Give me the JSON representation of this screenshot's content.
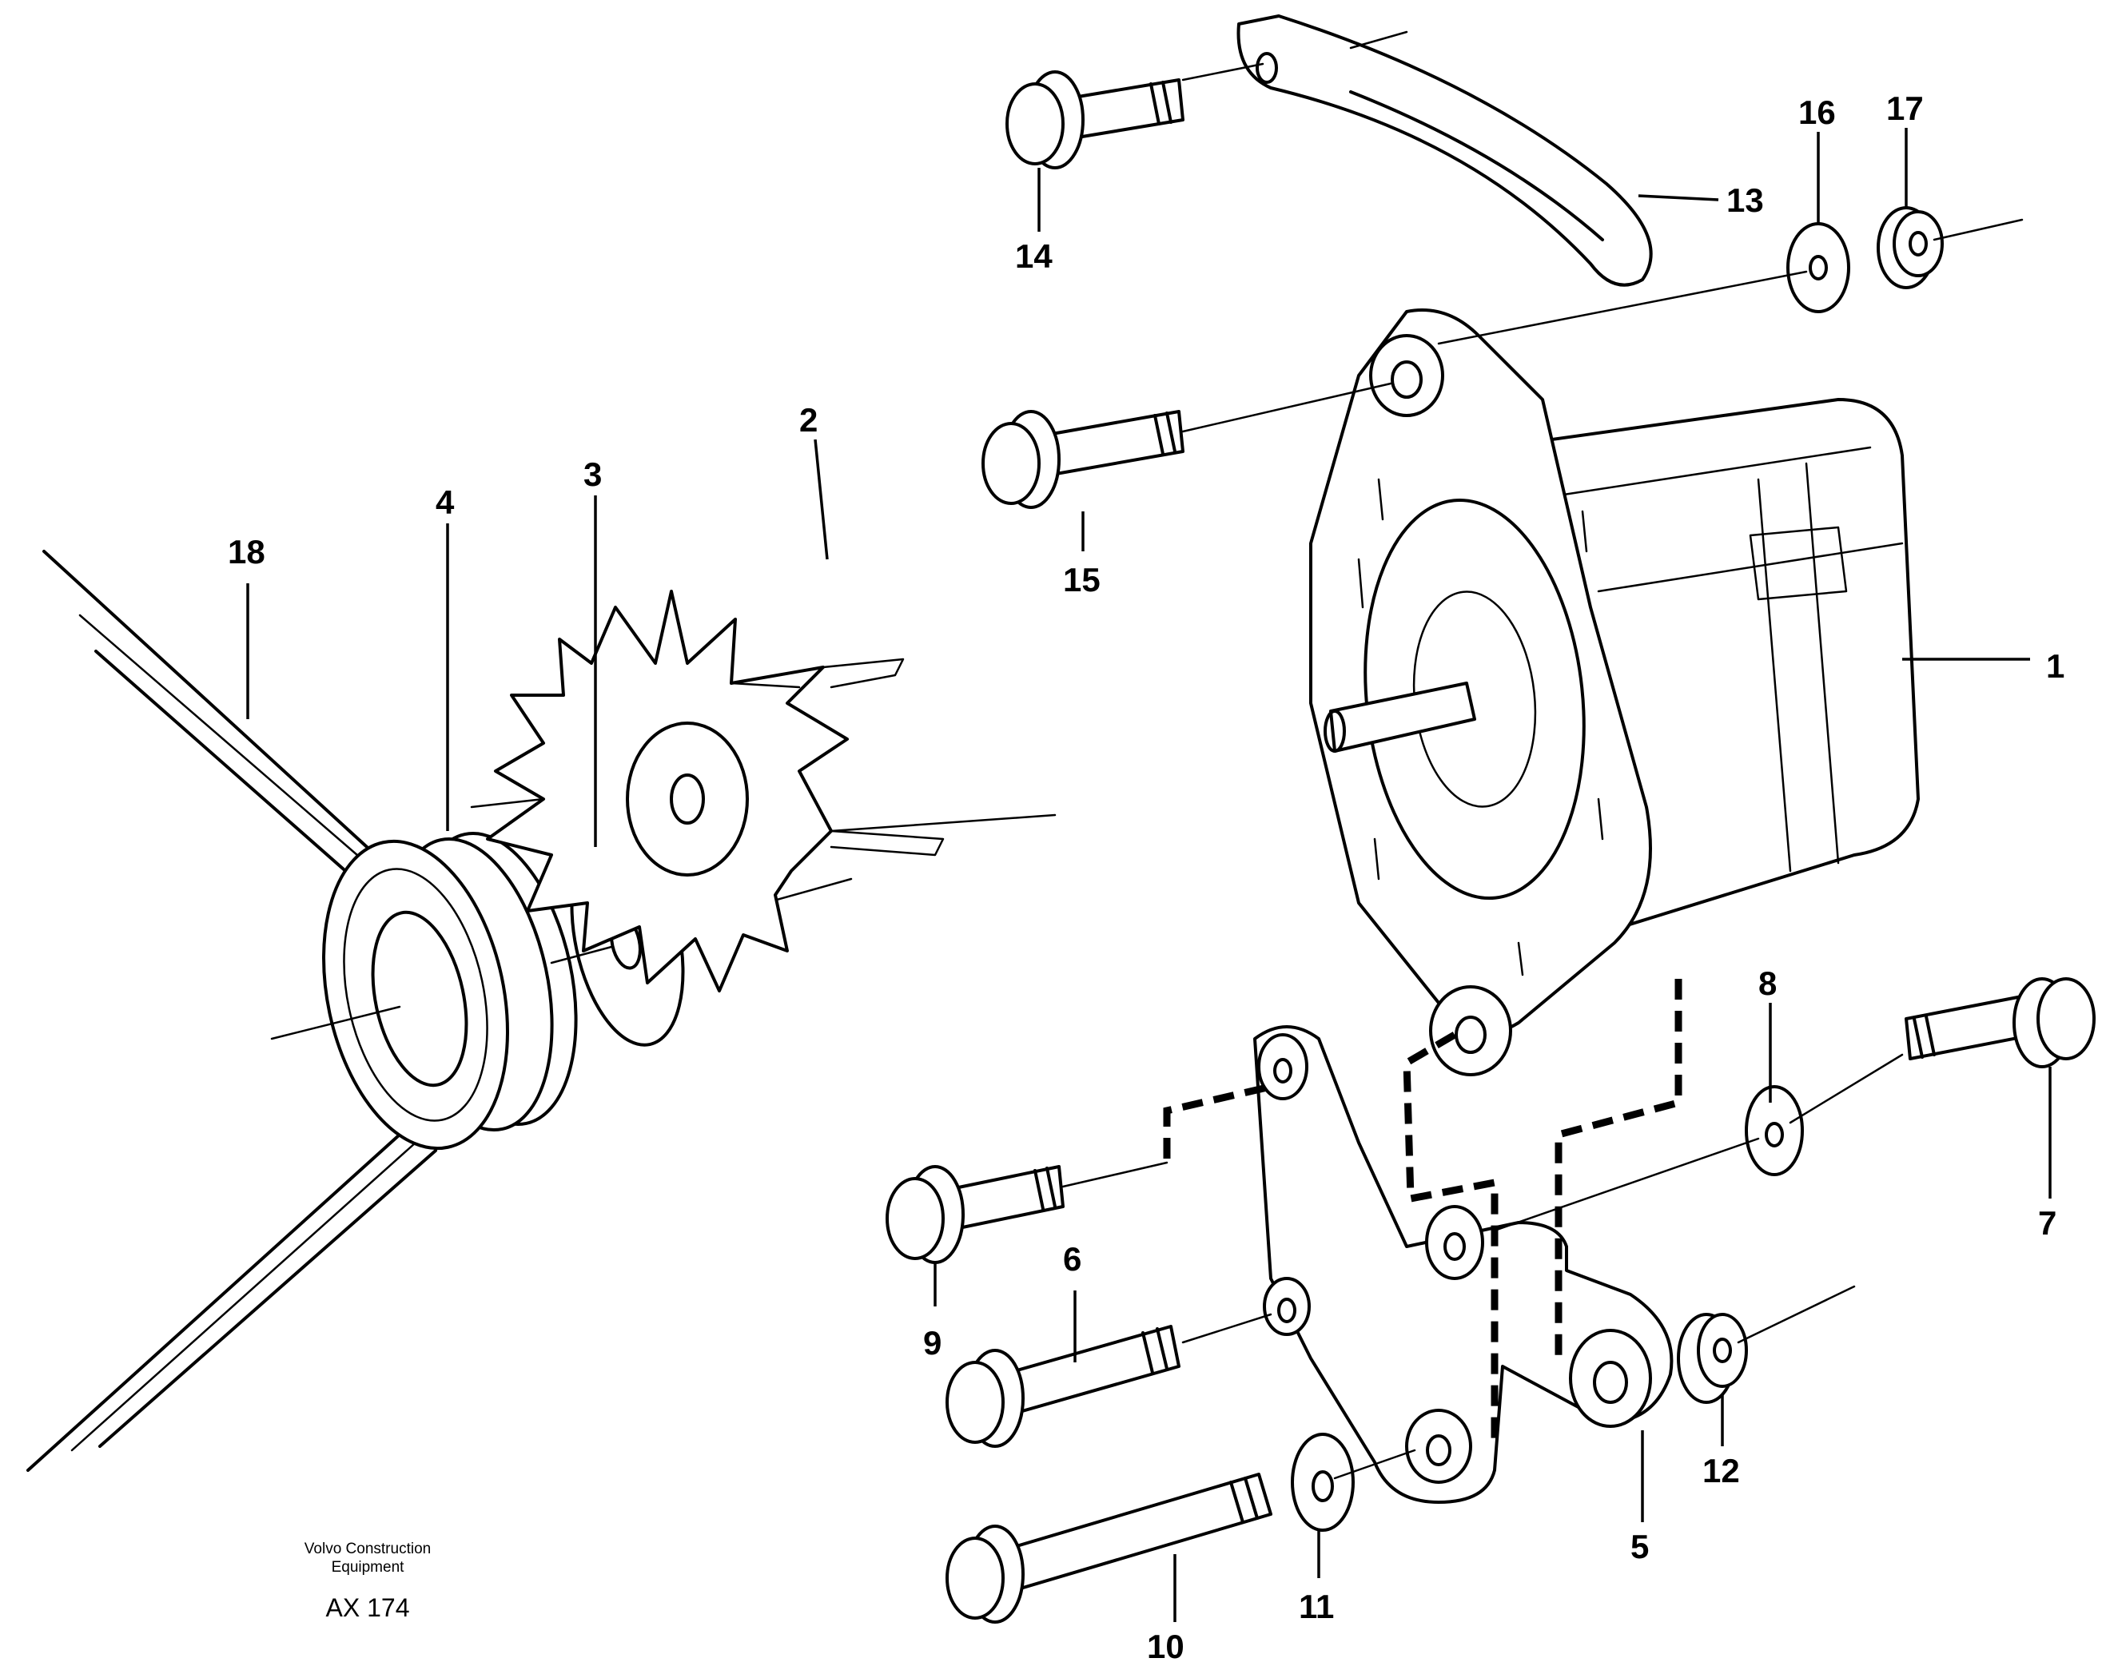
{
  "footer": {
    "maker_line1": "Volvo Construction",
    "maker_line2": "Equipment",
    "code": "AX 174"
  },
  "callouts": {
    "p1": "1",
    "p2": "2",
    "p3": "3",
    "p4": "4",
    "p5": "5",
    "p6": "6",
    "p7": "7",
    "p8": "8",
    "p9": "9",
    "p10": "10",
    "p11": "11",
    "p12": "12",
    "p13": "13",
    "p14": "14",
    "p15": "15",
    "p16": "16",
    "p17": "17",
    "p18": "18"
  }
}
